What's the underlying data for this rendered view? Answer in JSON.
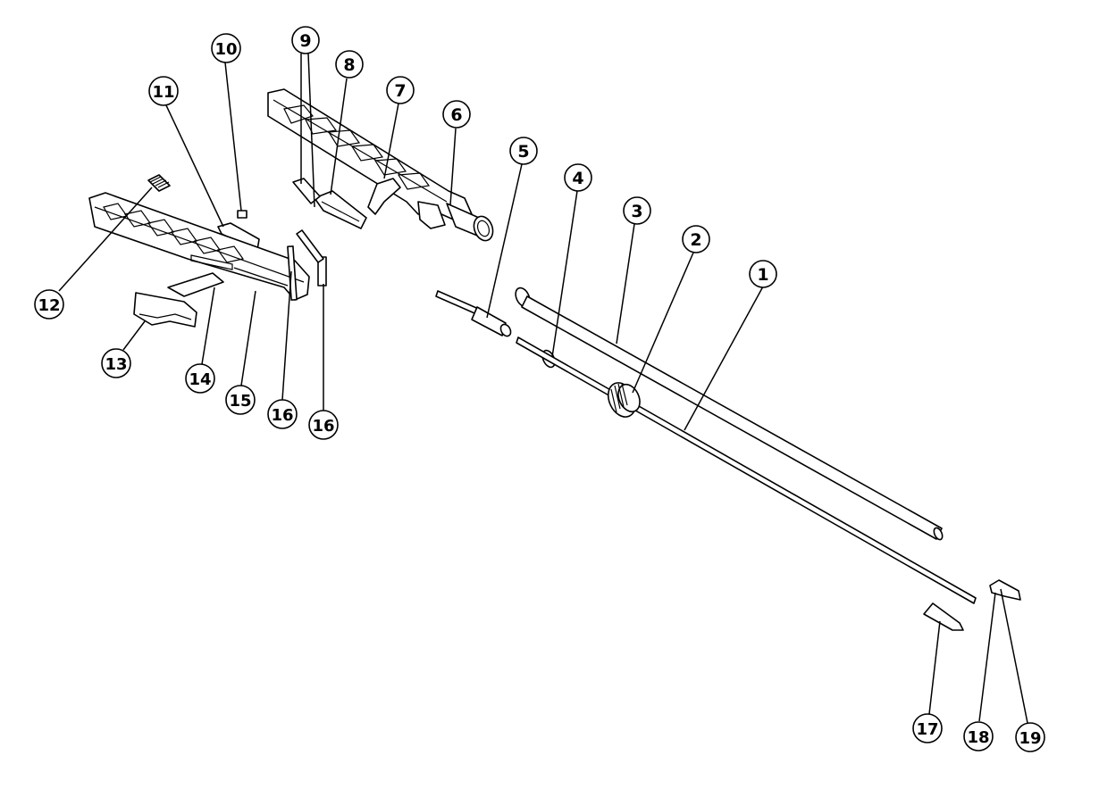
{
  "callouts": [
    {
      "id": "c1",
      "label": "1"
    },
    {
      "id": "c2",
      "label": "2"
    },
    {
      "id": "c3",
      "label": "3"
    },
    {
      "id": "c4",
      "label": "4"
    },
    {
      "id": "c5",
      "label": "5"
    },
    {
      "id": "c6",
      "label": "6"
    },
    {
      "id": "c7",
      "label": "7"
    },
    {
      "id": "c8",
      "label": "8"
    },
    {
      "id": "c9",
      "label": "9"
    },
    {
      "id": "c10",
      "label": "10"
    },
    {
      "id": "c11",
      "label": "11"
    },
    {
      "id": "c12",
      "label": "12"
    },
    {
      "id": "c13",
      "label": "13"
    },
    {
      "id": "c14",
      "label": "14"
    },
    {
      "id": "c15",
      "label": "15"
    },
    {
      "id": "c16a",
      "label": "16"
    },
    {
      "id": "c16b",
      "label": "16"
    },
    {
      "id": "c17",
      "label": "17"
    },
    {
      "id": "c18",
      "label": "18"
    },
    {
      "id": "c19",
      "label": "19"
    }
  ]
}
